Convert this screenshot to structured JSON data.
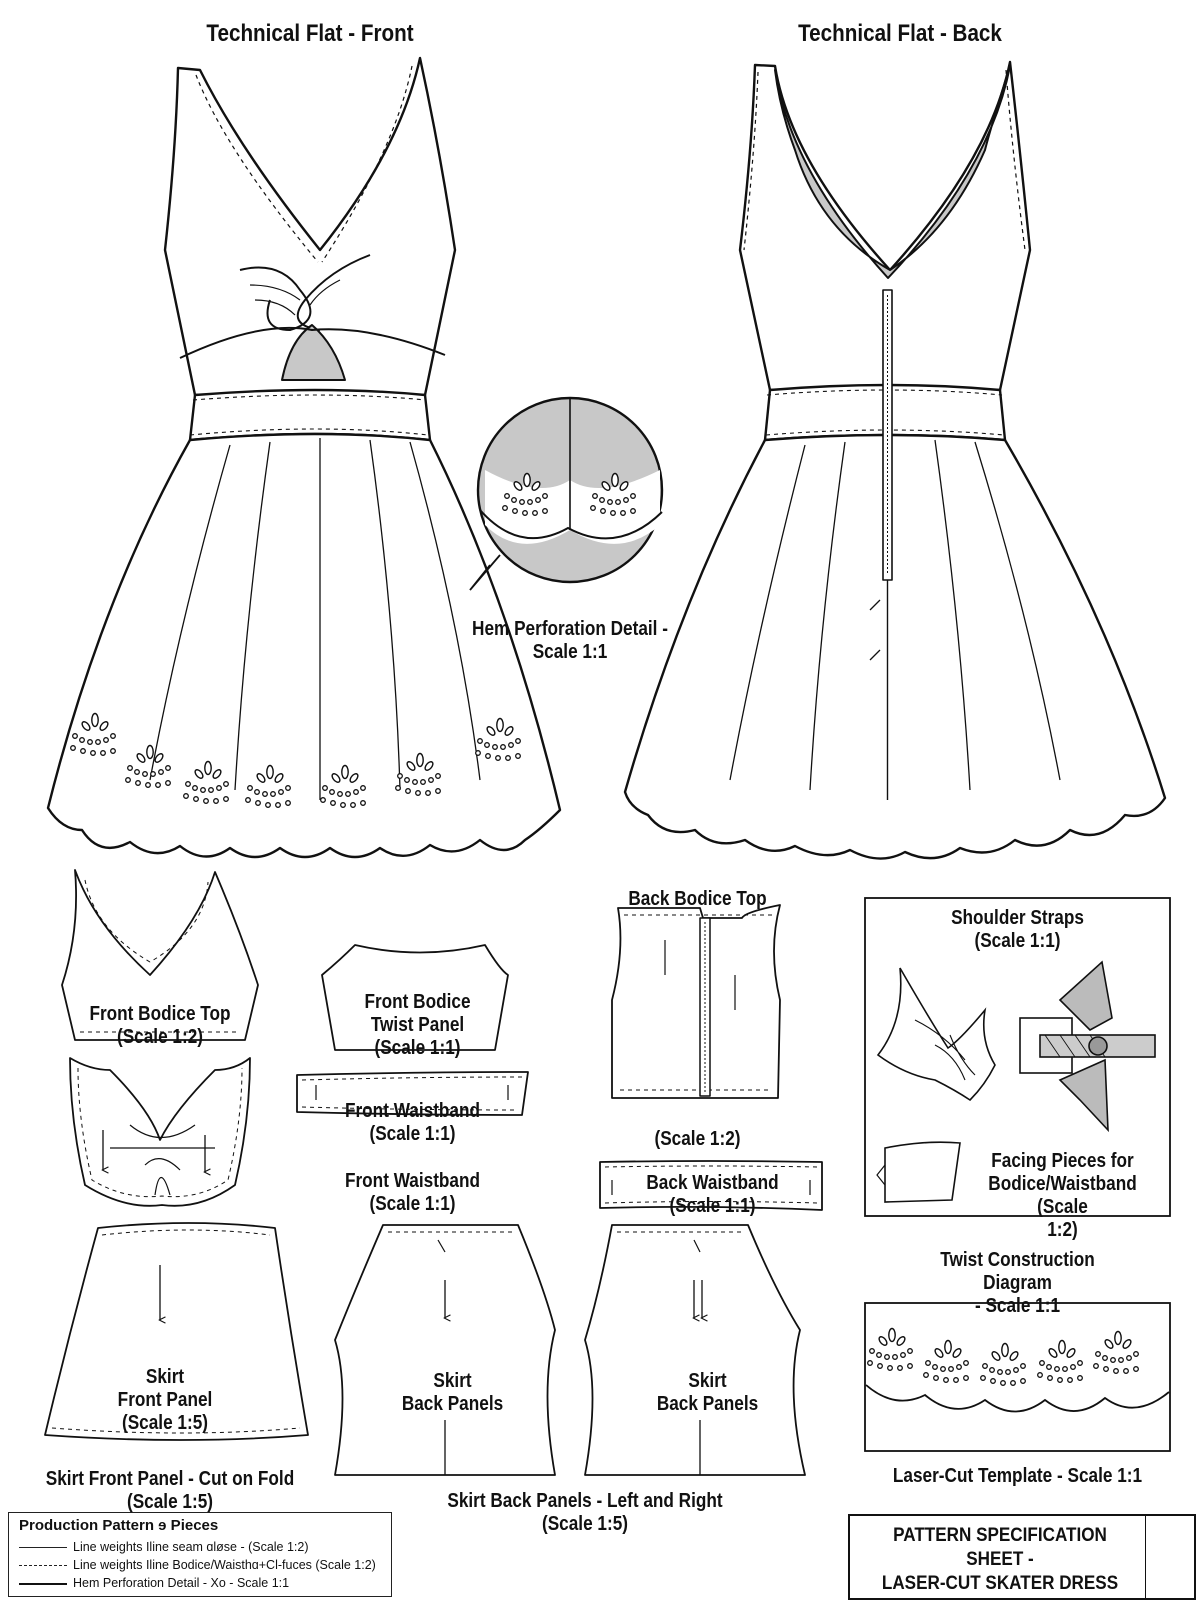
{
  "titles": {
    "front": "Technical Flat - Front",
    "back": "Technical Flat - Back"
  },
  "hem_detail": {
    "line1": "Hem Perforation Detail -",
    "line2": "Scale 1:1"
  },
  "pieces": {
    "front_bodice_top": {
      "line1": "Front Bodice Top",
      "line2": "(Scale 1:2)"
    },
    "front_bodice_twist": {
      "line1": "Front Bodice",
      "line2": "Twist Panel",
      "line3": "(Scale 1:1)"
    },
    "front_waistband_strip": {
      "line1": "Front Waistband",
      "line2": "(Scale 1:1)"
    },
    "front_waistband_caption": {
      "line1": "Front Waistband",
      "line2": "(Scale 1:1)"
    },
    "back_bodice_top": {
      "title": "Back Bodice Top",
      "scale": "(Scale 1:2)"
    },
    "back_waistband": {
      "line1": "Back Waistband",
      "line2": "(Scale 1:1)"
    },
    "skirt_front_panel": {
      "line1": "Skirt",
      "line2": "Front Panel",
      "line3": "(Scale 1:5)"
    },
    "skirt_front_caption": {
      "line1": "Skirt Front Panel - Cut on Fold",
      "line2": "(Scale 1:5)"
    },
    "skirt_back_left": {
      "line1": "Skirt",
      "line2": "Back Panels"
    },
    "skirt_back_right": {
      "line1": "Skirt",
      "line2": "Back Panels"
    },
    "skirt_back_caption": {
      "line1": "Skirt Back Panels - Left and Right",
      "line2": "(Scale 1:5)"
    }
  },
  "twist_box": {
    "shoulder_straps": {
      "line1": "Shoulder Straps",
      "line2": "(Scale 1:1)"
    },
    "facing": {
      "line1": "Facing Pieces for",
      "line2": "Bodice/Waistband (Scale",
      "line3": "1:2)"
    },
    "caption": {
      "line1": "Twist Construction Diagram",
      "line2": "- Scale 1:1"
    }
  },
  "laser_cut": {
    "caption": "Laser-Cut Template - Scale 1:1"
  },
  "legend": {
    "title": "Production Pattern ɘ Pieces",
    "rows": [
      {
        "style": "solid",
        "text": "Line weights Iline seam ɑløse - (Scale 1:2)"
      },
      {
        "style": "dashed",
        "text": "Line weights Iline Bodice/Waisthɑ+Cl-fuces (Scale 1:2)"
      },
      {
        "style": "bold",
        "text": "Hem Perforation Detail - Xo - Scale 1:1"
      }
    ]
  },
  "spec_sheet": {
    "line1": "PATTERN SPECIFICATION SHEET -",
    "line2": "LASER-CUT SKATER DRESS"
  },
  "colors": {
    "ink": "#111111",
    "shade": "#c8c8c8",
    "paper": "#ffffff"
  }
}
